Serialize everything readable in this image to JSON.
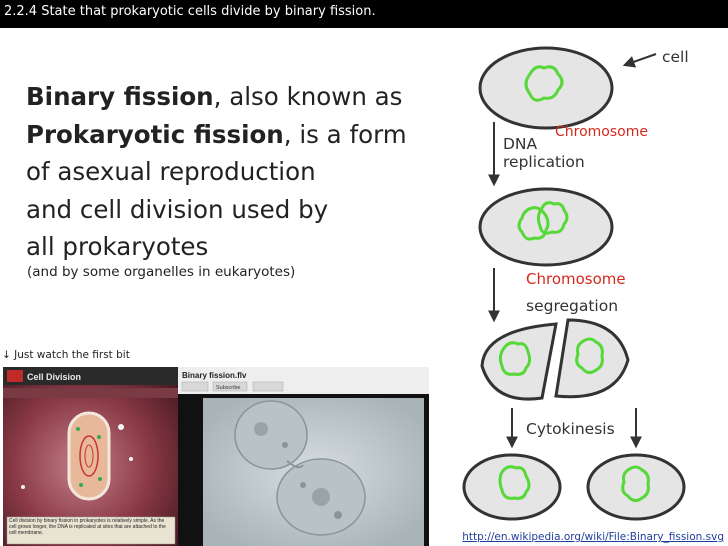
{
  "slide": {
    "header": "2.2.4 State that prokaryotic cells divide by binary fission.",
    "body": {
      "line1_bold": "Binary fission",
      "line1_rest": ", also known as",
      "line2_bold": "Prokaryotic fission",
      "line2_rest": ", is a form",
      "line3": "of asexual reproduction",
      "line4": "and cell division used by",
      "line5": "all prokaryotes"
    },
    "note": "(and by some organelles in eukaryotes)",
    "watch_hint": "↓ Just watch the first bit",
    "source_link": "http://en.wikipedia.org/wiki/File:Binary_fission.svg"
  },
  "video": {
    "left_title": "Cell Division",
    "right_title": "Binary fission.flv",
    "subscribe_label": "Subscribe",
    "caption": "Cell division by binary fission in prokaryotes is relatively simple. As the cell grows longer, the DNA is replicated at sites that are attached to the cell membrane."
  },
  "diagram": {
    "label_cell": "cell",
    "label_dna_1": "DNA",
    "label_dna_2": "replication",
    "label_chromosome_1": "Chromosome",
    "label_chromosome_2": "Chromosome",
    "label_segregation": "segregation",
    "label_cytokinesis": "Cytokinesis",
    "colors": {
      "cell_fill": "#e5e5e5",
      "outline": "#333333",
      "dna": "#55d838",
      "chromosome_label": "#d42a1e"
    }
  }
}
